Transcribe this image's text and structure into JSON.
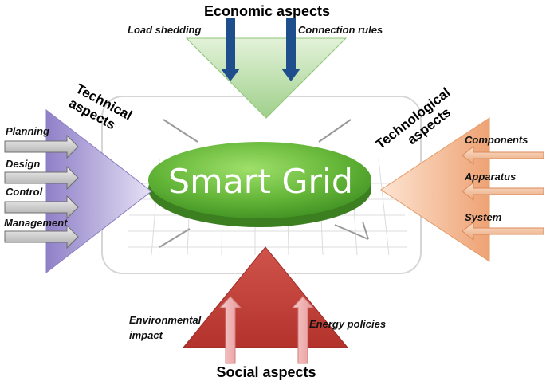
{
  "center": {
    "title": "Smart Grid"
  },
  "economic": {
    "title": "Economic aspects",
    "inputs": [
      "Load shedding",
      "Connection rules"
    ]
  },
  "technical": {
    "title_line1": "Technical",
    "title_line2": "aspects",
    "inputs": [
      "Planning",
      "Design",
      "Control",
      "Management"
    ]
  },
  "technological": {
    "title_line1": "Technological",
    "title_line2": "aspects",
    "inputs": [
      "Components",
      "Apparatus",
      "System"
    ]
  },
  "social": {
    "title": "Social aspects",
    "inputs": [
      "Environmental",
      "impact",
      "Energy policies"
    ]
  },
  "colors": {
    "economic": "#b5dca1",
    "technical": "#b9aedd",
    "technological": "#f2b58a",
    "social": "#c0403a",
    "center": "#5fb13c",
    "arrow_down": "#1f4e8c",
    "arrow_pink": "#f3b8b8"
  }
}
